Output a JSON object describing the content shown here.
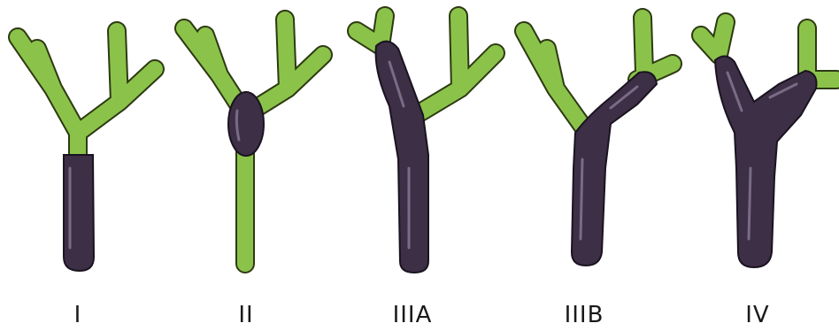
{
  "figure": {
    "panels": [
      {
        "id": "type-i",
        "label": "I"
      },
      {
        "id": "type-ii",
        "label": "II"
      },
      {
        "id": "type-iiia",
        "label": "IIIA"
      },
      {
        "id": "type-iiib",
        "label": "IIIB"
      },
      {
        "id": "type-iv",
        "label": "IV"
      }
    ]
  },
  "colors": {
    "duct_green": "#8bc34a",
    "duct_outline": "#2d3a12",
    "tumor_purple": "#3d2f45",
    "tumor_highlight": "#8a7a96",
    "tumor_outline": "#1a1320",
    "label_text": "#1a1a1a"
  }
}
